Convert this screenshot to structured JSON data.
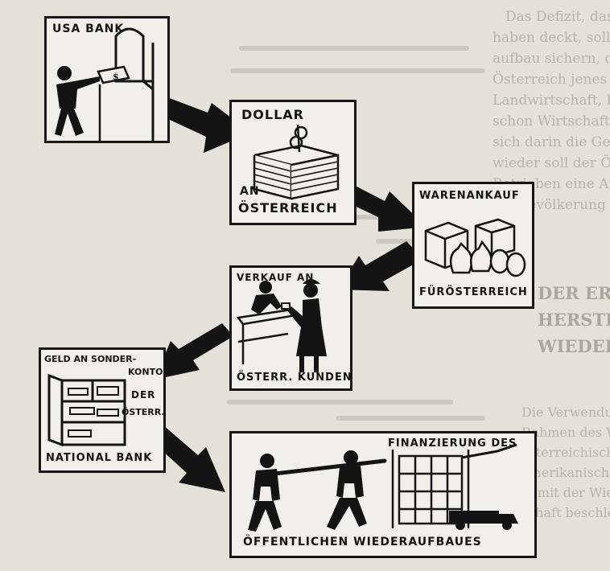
{
  "panels": {
    "usa_bank": {
      "label": "USA BANK"
    },
    "dollar": {
      "label_top": "DOLLAR",
      "label_an": "AN",
      "label_bottom": "ÖSTERREICH"
    },
    "warenankauf": {
      "label_top": "WARENANKAUF",
      "label_bottom": "FÜRÖSTERREICH"
    },
    "verkauf": {
      "label_top": "VERKAUF AN",
      "label_bottom": "ÖSTERR. KUNDEN"
    },
    "nationalbank": {
      "label_line1": "GELD AN SONDER-",
      "label_line2": "KONTO",
      "label_line3": "DER",
      "label_line4": "ÖSTERR.",
      "label_bottom": "NATIONAL BANK"
    },
    "wiederaufbau": {
      "label_top": "FINANZIERUNG DES",
      "label_bottom": "ÖFFENTLICHEN WIEDERAUFBAUES"
    }
  },
  "background_text": {
    "lines": [
      "Das Defizit, das die amerikanischen Gut-",
      "haben deckt, soll mit diesen Waren den Wieder-",
      "aufbau sichern, den die Gesamtwirtschaft",
      "Österreich jenes Lebensmittel, Rohstoffe",
      "Landwirtschaft, Industrie und Handel zu",
      "schon Wirtschaft oder Erwerb abzugeben",
      "sich darin die Gegenwert aufgebracht werden",
      "wieder soll der Österreicher geholfen",
      "Betrieben eine Aufgabe hat, damit die",
      "die Bevölkerung ihren Anteil gefunden hat"
    ],
    "heading_lines": [
      "DER ERP-CHEF",
      "HERSTELLUNGSMITTEL IM RAHMEN",
      "WIEDERAUFBAUES"
    ],
    "lower_lines": [
      "Die Verwendung der Schillinggegenwerte im",
      "Rahmen des Wiederaufbaues erfolgt über die",
      "österreichische Regierung, die mit den",
      "amerikanischen Stellen zusammenarbeitet,",
      "damit der Wiederaufbau der gesamten Wirt-",
      "schaft beschleunigt werden kann."
    ]
  },
  "colors": {
    "ink": "#141414",
    "paper": "#f1efe9",
    "page": "#e4e1d9",
    "faint": "#b7b2a6"
  }
}
